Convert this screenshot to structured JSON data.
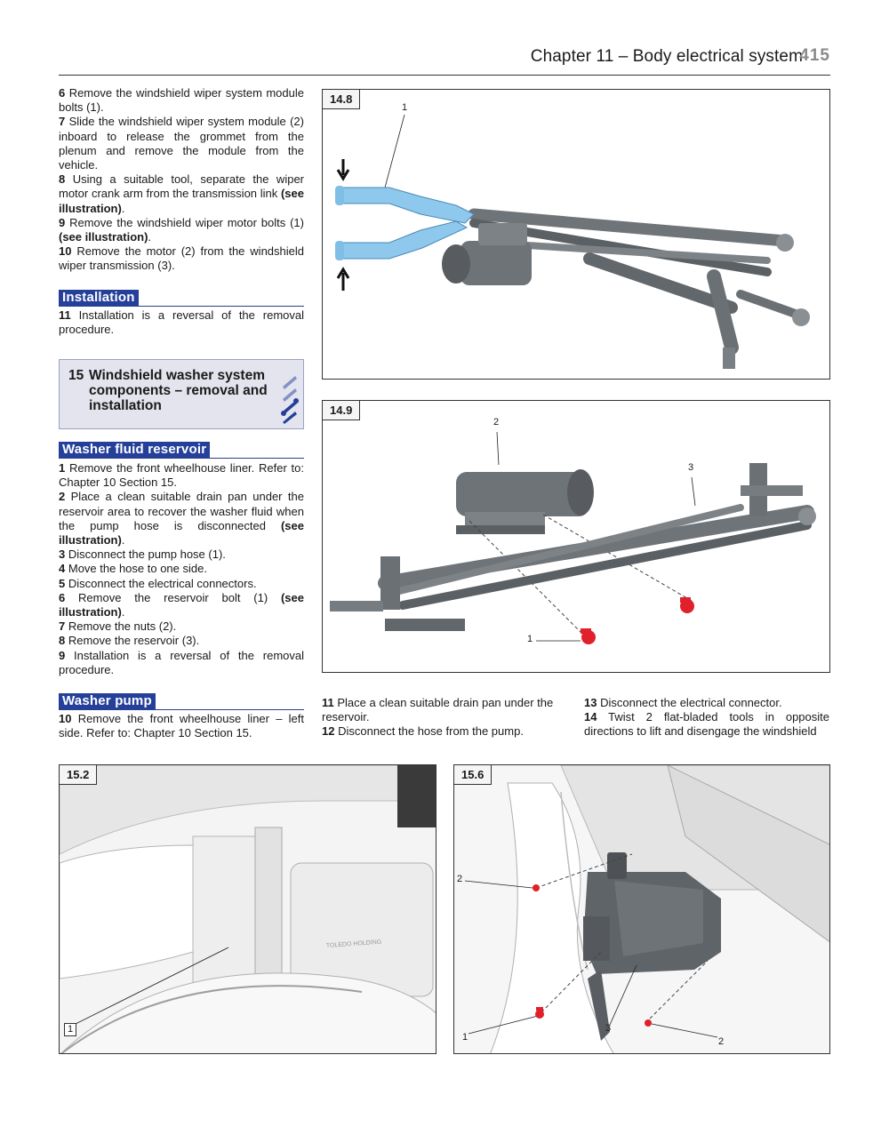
{
  "header": {
    "chapter_title": "Chapter 11 – Body electrical system",
    "page_number": "415"
  },
  "left_column": {
    "steps_removal_wiper": [
      {
        "num": "6",
        "text": "Remove the windshield wiper system module bolts (1)."
      },
      {
        "num": "7",
        "text": "Slide the windshield wiper system module (2) inboard to release the grommet from the plenum and remove the module from the vehicle."
      },
      {
        "num": "8",
        "text": "Using a suitable tool, separate the wiper motor crank arm from the transmission link ",
        "ref": "(see illustration)",
        "tail": "."
      },
      {
        "num": "9",
        "text": "Remove the windshield wiper motor bolts (1) ",
        "ref": "(see illustration)",
        "tail": "."
      },
      {
        "num": "10",
        "text": "Remove the motor (2) from the windshield wiper transmission (3)."
      }
    ],
    "installation_heading": "Installation",
    "installation_steps": [
      {
        "num": "11",
        "text": "Installation is a reversal of the removal procedure."
      }
    ],
    "section_number": "15",
    "section_title": "Windshield washer system components – removal and installation",
    "reservoir_heading": "Washer fluid reservoir",
    "reservoir_steps": [
      {
        "num": "1",
        "text": "Remove the front wheelhouse liner. Refer to: Chapter 10 Section 15."
      },
      {
        "num": "2",
        "text": "Place a clean suitable drain pan under the reservoir area to recover the washer fluid when the pump hose is disconnected ",
        "ref": "(see illustration)",
        "tail": "."
      },
      {
        "num": "3",
        "text": "Disconnect the pump hose (1)."
      },
      {
        "num": "4",
        "text": "Move the hose to one side."
      },
      {
        "num": "5",
        "text": "Disconnect the electrical connectors."
      },
      {
        "num": "6",
        "text": "Remove the reservoir bolt (1) ",
        "ref": "(see illustration)",
        "tail": "."
      },
      {
        "num": "7",
        "text": "Remove the nuts (2)."
      },
      {
        "num": "8",
        "text": "Remove the reservoir (3)."
      },
      {
        "num": "9",
        "text": "Installation is a reversal of the removal procedure."
      }
    ],
    "pump_heading": "Washer pump",
    "pump_steps": [
      {
        "num": "10",
        "text": "Remove the front wheelhouse liner – left side. Refer to: Chapter 10 Section 15."
      }
    ]
  },
  "middle_column": {
    "steps": [
      {
        "num": "11",
        "text": "Place a clean suitable drain pan under the reservoir."
      },
      {
        "num": "12",
        "text": "Disconnect the hose from the pump."
      }
    ]
  },
  "right_column": {
    "steps": [
      {
        "num": "13",
        "text": "Disconnect the electrical connector."
      },
      {
        "num": "14",
        "text": "Twist 2 flat-bladed tools in opposite directions to lift and disengage the windshield"
      }
    ]
  },
  "figures": {
    "fig_14_8": {
      "label": "14.8",
      "callouts": [
        "1"
      ]
    },
    "fig_14_9": {
      "label": "14.9",
      "callouts": [
        "2",
        "3",
        "1"
      ]
    },
    "fig_15_2": {
      "label": "15.2",
      "callouts": [
        "1"
      ],
      "embossed_text": "TOLEDO HOLDING"
    },
    "fig_15_6": {
      "label": "15.6",
      "callouts": [
        "2",
        "1",
        "3",
        "2"
      ]
    }
  },
  "colors": {
    "section_heading_bg": "#25409a",
    "section_box_bg": "#e3e4ee",
    "tool_blue": "#8ec8ec",
    "bolt_red": "#e0202a"
  }
}
